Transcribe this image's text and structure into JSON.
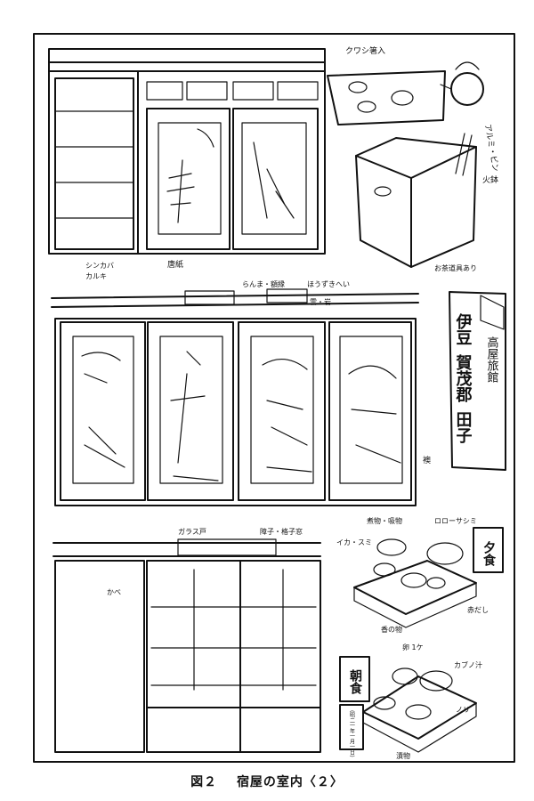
{
  "labels": {
    "top_left_a": "シンカバ",
    "top_left_b": "カルキ",
    "top_center": "唐紙",
    "tray_label": "クワシ箸入",
    "kettle_label": "アルミ・ビン",
    "box_label": "火鉢",
    "box_mark": "お茶道具あり",
    "transom_a": "らんま・額縁",
    "transom_b": "ほうずきへい",
    "transom_c": "雲・岩",
    "fusuma_right": "襖",
    "lower_top_a": "ガラス戸",
    "lower_top_b": "障子・格子窓",
    "lower_left": "かべ",
    "dinner_a": "煮物・吸物",
    "dinner_b": "ロローサシミ",
    "dinner_c": "イカ・スミ",
    "dinner_d": "香の物",
    "dinner_e": "赤だし",
    "breakfast_a": "卵 1ケ",
    "breakfast_b": "カブノ汁",
    "breakfast_c": "ノリ",
    "breakfast_d": "漬物"
  },
  "sign": {
    "line1": "伊豆",
    "line2": "賀茂郡",
    "line3": "田子",
    "inn": "高屋旅館"
  },
  "meal_tags": {
    "dinner": "夕食",
    "breakfast": "朝食",
    "date": "(昭二一年一月一日)"
  },
  "caption": {
    "fig": "図２",
    "title": "宿屋の室内〈２〉"
  }
}
